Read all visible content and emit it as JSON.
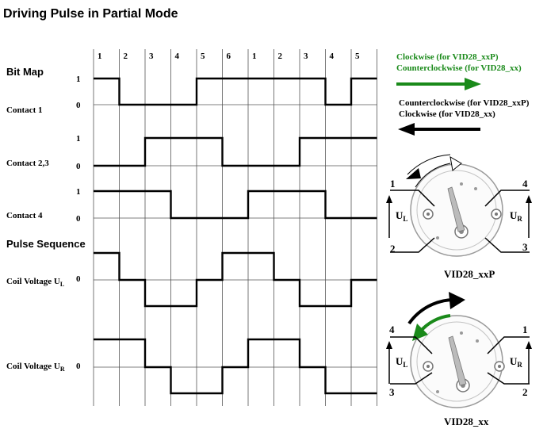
{
  "title": "Driving Pulse in Partial Mode",
  "columns": [
    "1",
    "2",
    "3",
    "4",
    "5",
    "6",
    "1",
    "2",
    "3",
    "4",
    "5"
  ],
  "rows": [
    {
      "id": "contact-1",
      "section": "Bit Map",
      "label": "Contact 1",
      "sub": "",
      "levels": [
        "1",
        "0"
      ],
      "bits": [
        1,
        0,
        0,
        0,
        1,
        1,
        1,
        1,
        1,
        0,
        1
      ]
    },
    {
      "id": "contact-23",
      "section": "",
      "label": "Contact 2,3",
      "sub": "",
      "levels": [
        "1",
        "0"
      ],
      "bits": [
        0,
        0,
        1,
        1,
        1,
        0,
        0,
        0,
        1,
        1,
        1
      ]
    },
    {
      "id": "contact-4",
      "section": "",
      "label": "Contact 4",
      "sub": "",
      "levels": [
        "1",
        "0"
      ],
      "bits": [
        1,
        1,
        1,
        0,
        0,
        0,
        1,
        1,
        1,
        0,
        0
      ]
    },
    {
      "id": "coil-ul",
      "section": "Pulse Sequence",
      "label": "Coil Voltage U",
      "sub": "L",
      "levels": [
        "0"
      ],
      "bits": [
        1,
        0,
        -1,
        -1,
        0,
        1,
        1,
        0,
        -1,
        -1,
        0
      ]
    },
    {
      "id": "coil-ur",
      "section": "",
      "label": "Coil Voltage U",
      "sub": "R",
      "levels": [
        "0"
      ],
      "bits": [
        1,
        1,
        0,
        -1,
        -1,
        0,
        1,
        1,
        0,
        -1,
        -1
      ]
    }
  ],
  "legend": {
    "green_1": "Clockwise (for VID28_xxP)",
    "green_2": "Counterclockwise (for VID28_xx)",
    "black_1": "Counterclockwise (for VID28_xxP)",
    "black_2": "Clockwise (for VID28_xx)"
  },
  "motor_top": {
    "name": "VID28_xxP",
    "pins": {
      "top_left": "1",
      "top_right": "4",
      "bottom_left": "2",
      "bottom_right": "3"
    },
    "left_coil": "U",
    "left_sub": "L",
    "right_coil": "U",
    "right_sub": "R"
  },
  "motor_bottom": {
    "name": "VID28_xx",
    "pins": {
      "top_left": "4",
      "top_right": "1",
      "bottom_left": "3",
      "bottom_right": "2"
    },
    "left_coil": "U",
    "left_sub": "L",
    "right_coil": "U",
    "right_sub": "R"
  },
  "colors": {
    "green": "#1a8a1a",
    "black": "#000000",
    "grid": "#555555",
    "motor": "#888888"
  }
}
